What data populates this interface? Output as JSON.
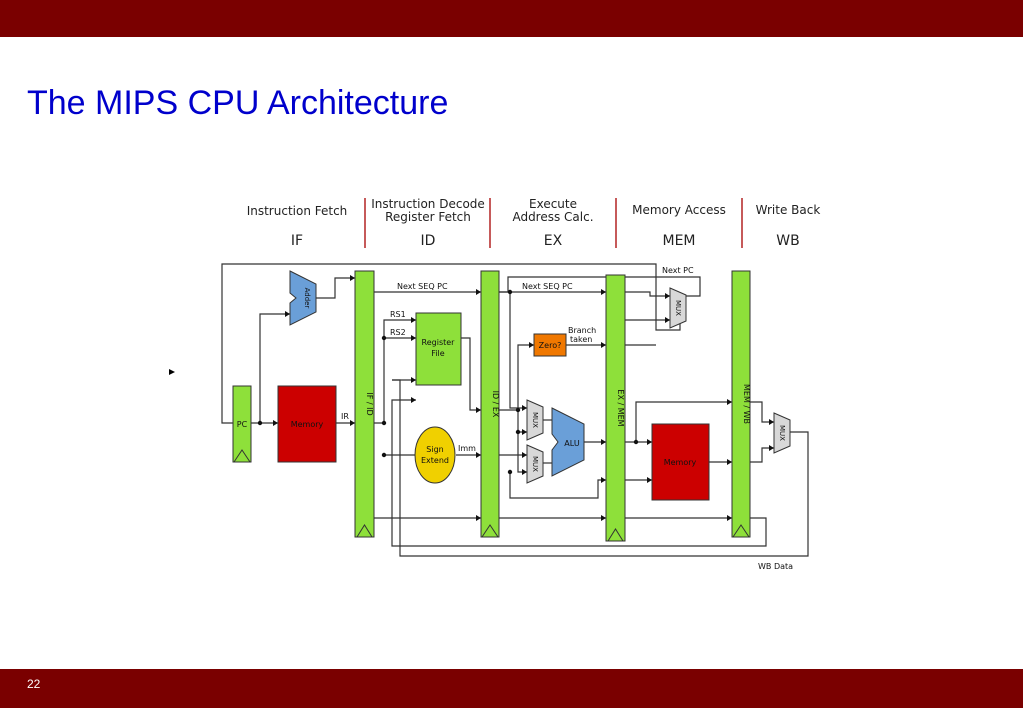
{
  "slide": {
    "title": "The MIPS CPU Architecture",
    "page_number": "22"
  },
  "stages": [
    {
      "line1": "Instruction Fetch",
      "line2": "",
      "abbr": "IF"
    },
    {
      "line1": "Instruction Decode",
      "line2": "Register Fetch",
      "abbr": "ID"
    },
    {
      "line1": "Execute",
      "line2": "Address Calc.",
      "abbr": "EX"
    },
    {
      "line1": "Memory Access",
      "line2": "",
      "abbr": "MEM"
    },
    {
      "line1": "Write Back",
      "line2": "",
      "abbr": "WB"
    }
  ],
  "blocks": {
    "pc": "PC",
    "instr_memory": "Memory",
    "adder": "Adder",
    "register_file_1": "Register",
    "register_file_2": "File",
    "sign_extend_1": "Sign",
    "sign_extend_2": "Extend",
    "zero": "Zero?",
    "alu": "ALU",
    "data_memory": "Memory",
    "mux": "MUX"
  },
  "pipeline_registers": {
    "if_id": "IF / ID",
    "id_ex": "ID / EX",
    "ex_mem": "EX / MEM",
    "mem_wb": "MEM / WB"
  },
  "signals": {
    "next_seq_pc_1": "Next SEQ PC",
    "next_seq_pc_2": "Next SEQ PC",
    "next_pc": "Next PC",
    "rs1": "RS1",
    "rs2": "RS2",
    "ir": "IR",
    "imm": "Imm",
    "branch_1": "Branch",
    "branch_2": "taken",
    "wb_data": "WB Data"
  },
  "colors": {
    "bar": "#7a0000",
    "title": "#0000cc",
    "pipeline_green": "#8ee03a",
    "memory_red": "#cc0000",
    "adder_blue": "#6a9fd8",
    "zero_orange": "#f07800",
    "sign_yellow": "#f0d000",
    "mux_gray": "#d8d8d8"
  }
}
